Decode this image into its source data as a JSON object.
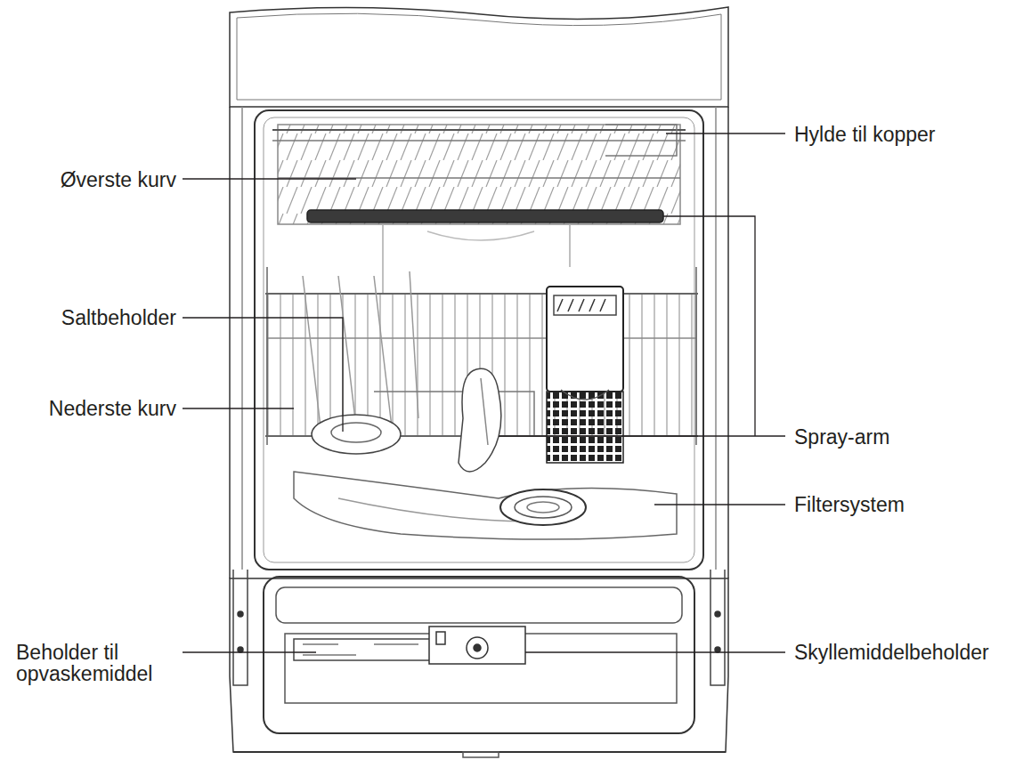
{
  "diagram": {
    "labels": [
      "Hylde til kopper",
      "Øverste kurv",
      "Saltbeholder",
      "Nederste kurv",
      "Spray-arm",
      "Filtersystem",
      "Beholder til opvaskemiddel",
      "Skyllemiddelbeholder"
    ]
  }
}
